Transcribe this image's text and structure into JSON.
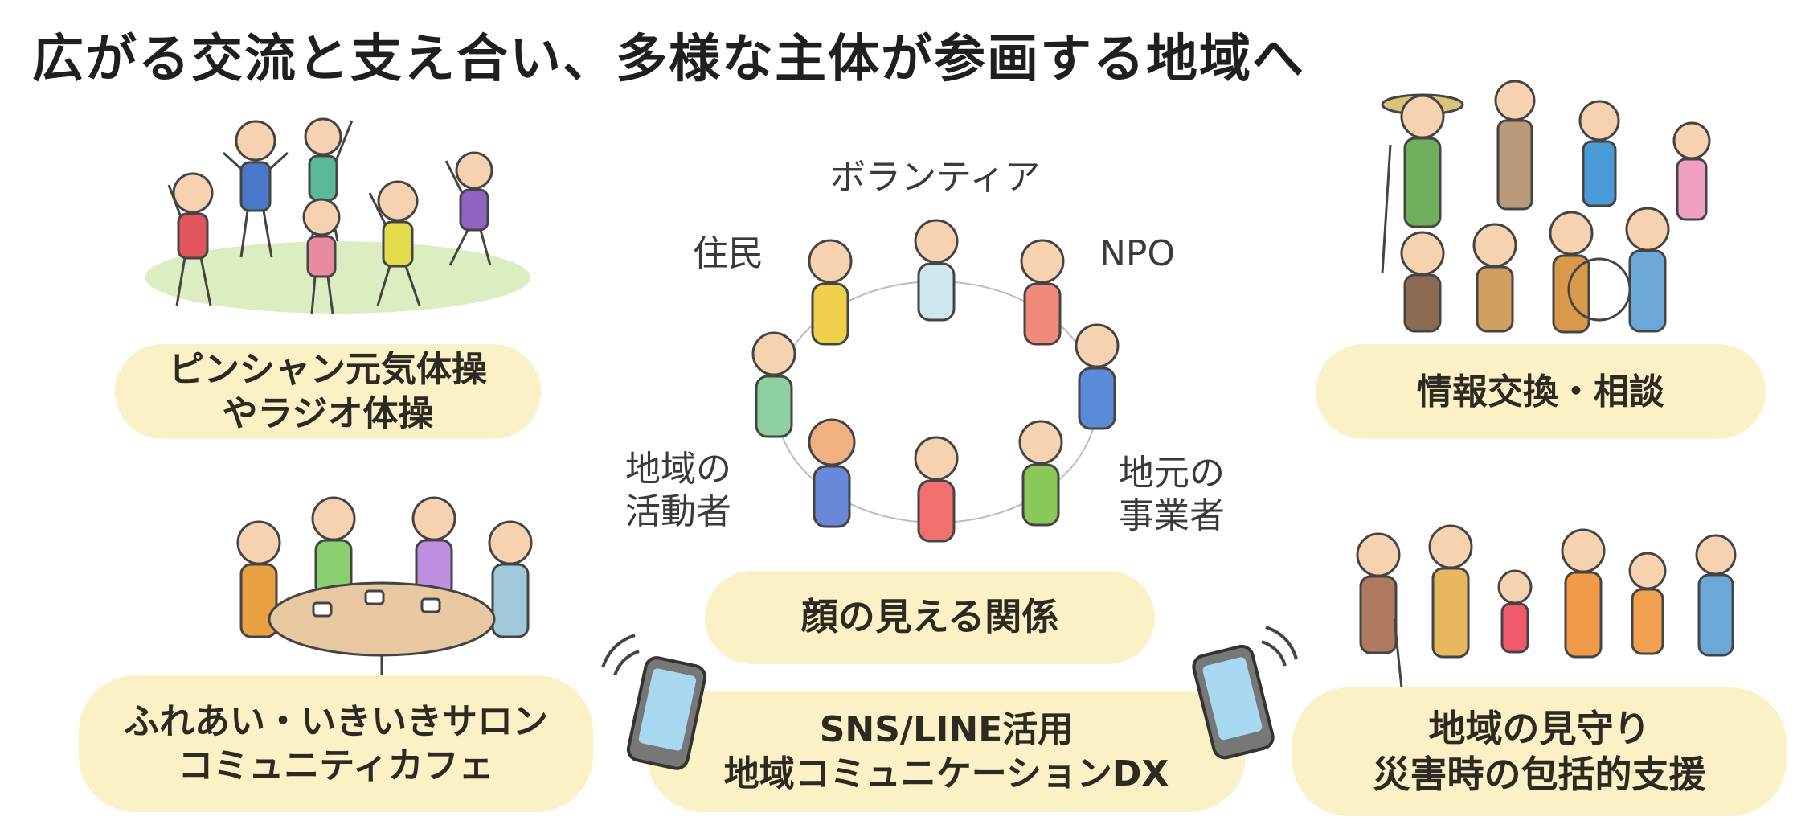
{
  "title": "広がる交流と支え合い、多様な主体が参画する地域へ",
  "panels": {
    "exercise": {
      "line1": "ピンシャン元気体操",
      "line2": "やラジオ体操"
    },
    "info": {
      "line1": "情報交換・相談"
    },
    "salon": {
      "line1": "ふれあい・いきいきサロン",
      "line2": "コミュニティカフェ"
    },
    "relation": {
      "line1": "顔の見える関係"
    },
    "sns": {
      "line1": "SNS/LINE活用",
      "line2": "地域コミュニケーションDX"
    },
    "watch": {
      "line1": "地域の見守り",
      "line2": "災害時の包括的支援"
    }
  },
  "circle_labels": {
    "volunteer": "ボランティア",
    "resident": "住民",
    "npo": "NPO",
    "activist_line1": "地域の",
    "activist_line2": "活動者",
    "business_line1": "地元の",
    "business_line2": "事業者"
  },
  "colors": {
    "pill_bg": "#fbf1c7",
    "title": "#1f1f1f"
  }
}
